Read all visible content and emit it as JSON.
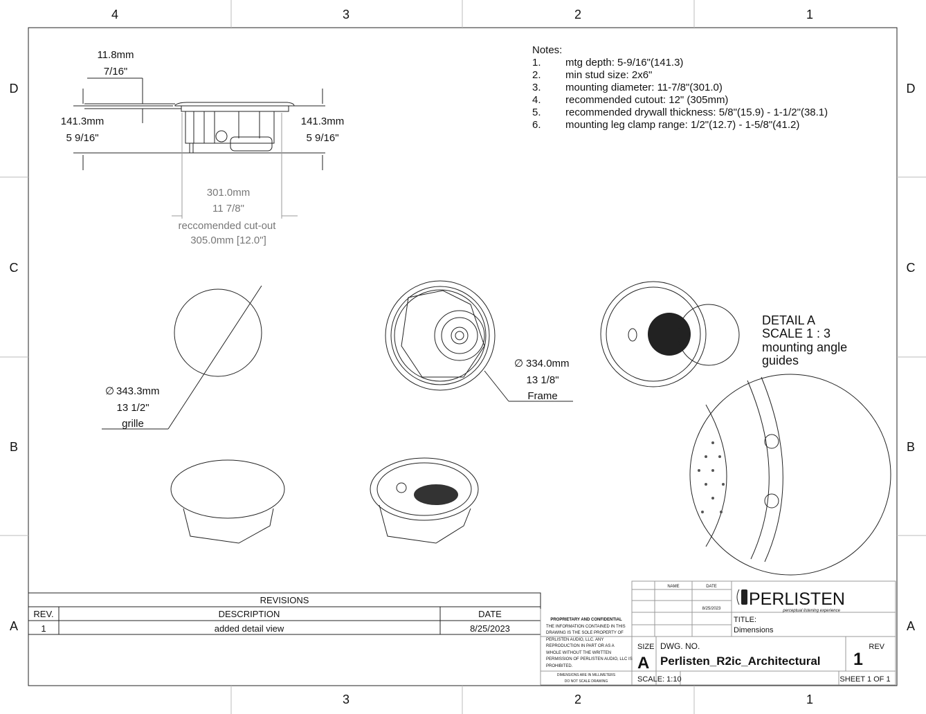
{
  "zones": {
    "columns": [
      "4",
      "3",
      "2",
      "1"
    ],
    "rows": [
      "D",
      "C",
      "B",
      "A"
    ]
  },
  "side_view": {
    "flange_dim_mm": "11.8mm",
    "flange_dim_in": "7/16\"",
    "depth_left_mm": "141.3mm",
    "depth_left_in": "5 9/16\"",
    "depth_right_mm": "141.3mm",
    "depth_right_in": "5 9/16\"",
    "width_mm": "301.0mm",
    "width_in": "11 7/8\"",
    "cutout_label": "reccomended cut-out",
    "cutout_value": "305.0mm [12.0\"]"
  },
  "notes": {
    "heading": "Notes:",
    "items": [
      {
        "num": "1.",
        "text": "mtg depth: 5-9/16\"(141.3)"
      },
      {
        "num": "2.",
        "text": "min stud size: 2x6\""
      },
      {
        "num": "3.",
        "text": "mounting diameter: 11-7/8\"(301.0)"
      },
      {
        "num": "4.",
        "text": "recommended cutout: 12\" (305mm)"
      },
      {
        "num": "5.",
        "text": "recommended drywall thickness: 5/8\"(15.9) - 1-1/2\"(38.1)"
      },
      {
        "num": "6.",
        "text": "mounting leg clamp range: 1/2\"(12.7) - 1-5/8\"(41.2)"
      }
    ]
  },
  "grille_view": {
    "dia_symbol": "∅",
    "dia_mm": "343.3mm",
    "dia_in": "13 1/2\"",
    "label": "grille"
  },
  "frame_view": {
    "dia_symbol": "∅",
    "dia_mm": "334.0mm",
    "dia_in": "13 1/8\"",
    "label": "Frame"
  },
  "detail": {
    "line1": "DETAIL A",
    "line2": "SCALE 1 : 3",
    "line3": "mounting angle",
    "line4": "guides"
  },
  "revisions": {
    "title": "REVISIONS",
    "headers": [
      "REV.",
      "DESCRIPTION",
      "DATE"
    ],
    "rows": [
      {
        "rev": "1",
        "description": "added detail view",
        "date": "8/25/2023"
      }
    ]
  },
  "title_block": {
    "proprietary_heading": "PROPRIETARY AND CONFIDENTIAL",
    "proprietary_lines": [
      "THE INFORMATION CONTAINED IN THIS",
      "DRAWING IS THE SOLE PROPERTY OF",
      "PERLISTEN AUDIO, LLC.  ANY",
      "REPRODUCTION IN PART OR AS A",
      "WHOLE WITHOUT THE WRITTEN",
      "PERMISSION OF PERLISTEN AUDIO, LLC IS",
      "PROHIBITED."
    ],
    "dims_note_1": "DIMENSIONS ARE IN MILLIMETERS",
    "dims_note_2": "DO NOT SCALE DRAWING",
    "name_header": "NAME",
    "date_header": "DATE",
    "date_value": "8/25/2023",
    "logo_text": "PERLISTEN",
    "logo_tagline": "perceptual listening experience",
    "title_label": "TITLE:",
    "title_value": "Dimensions",
    "size_label": "SIZE",
    "size_value": "A",
    "dwg_label": "DWG.  NO.",
    "dwg_value": "Perlisten_R2ic_Architectural",
    "rev_label": "REV",
    "rev_value": "1",
    "scale": "SCALE: 1:10",
    "sheet": "SHEET 1 OF 1"
  }
}
